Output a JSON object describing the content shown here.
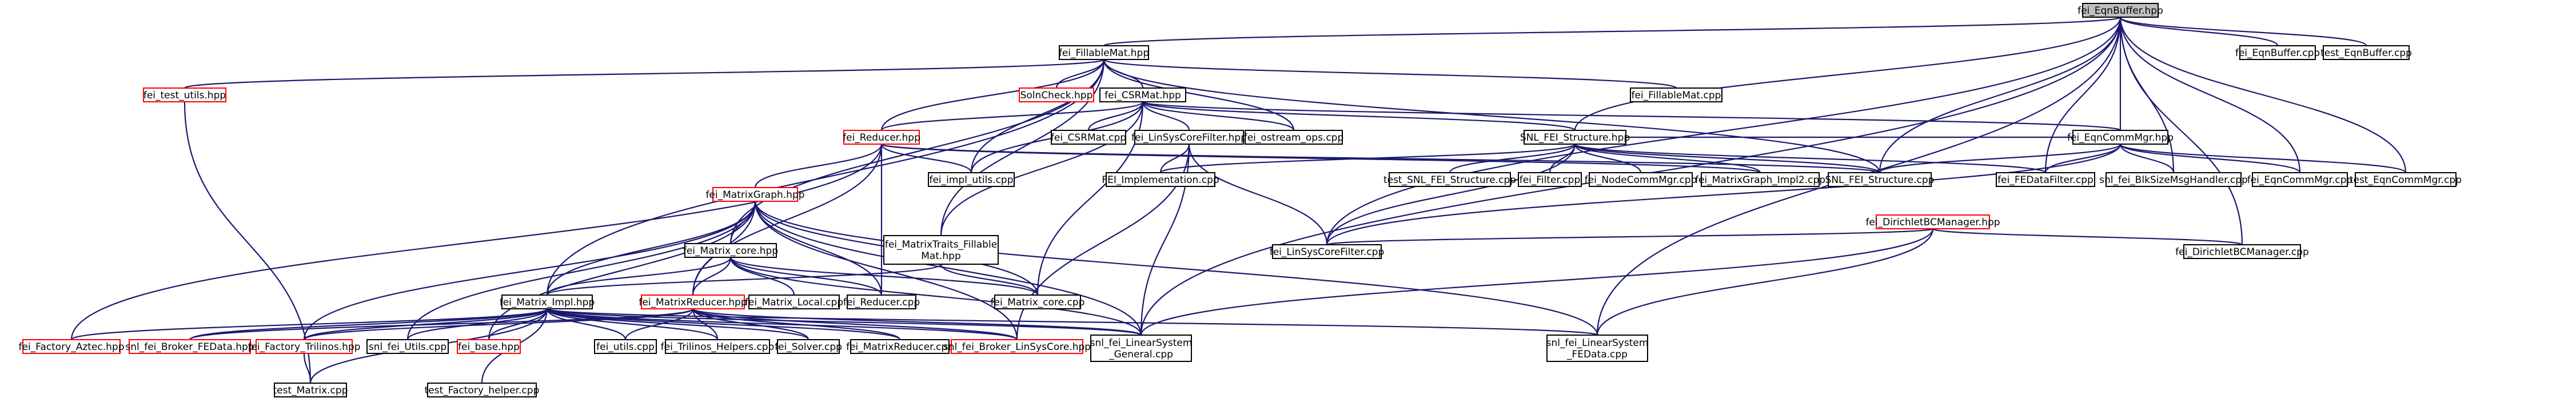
{
  "colors": {
    "edge": "#191970",
    "node_border": "#000000",
    "node_border_incomplete": "#ff0000",
    "focus_fill": "#bfbfbf",
    "background": "#ffffff"
  },
  "nodes": [
    {
      "id": "eqnbuffer_hpp",
      "label": "fei_EqnBuffer.hpp",
      "style": "focus"
    },
    {
      "id": "fillablemat_hpp",
      "label": "fei_FillableMat.hpp",
      "style": "normal"
    },
    {
      "id": "eqnbuffer_cpp",
      "label": "fei_EqnBuffer.cpp",
      "style": "normal"
    },
    {
      "id": "test_eqnbuffer_cpp",
      "label": "test_EqnBuffer.cpp",
      "style": "normal"
    },
    {
      "id": "test_utils_hpp",
      "label": "fei_test_utils.hpp",
      "style": "red"
    },
    {
      "id": "solnCheck_hpp",
      "label": "SolnCheck.hpp",
      "style": "red"
    },
    {
      "id": "csrmat_hpp",
      "label": "fei_CSRMat.hpp",
      "style": "normal"
    },
    {
      "id": "fillablemat_cpp",
      "label": "fei_FillableMat.cpp",
      "style": "normal"
    },
    {
      "id": "reducer_hpp",
      "label": "fei_Reducer.hpp",
      "style": "red"
    },
    {
      "id": "csrmat_cpp",
      "label": "fei_CSRMat.cpp",
      "style": "normal"
    },
    {
      "id": "linsyscorefilter_hpp",
      "label": "fei_LinSysCoreFilter.hpp",
      "style": "normal"
    },
    {
      "id": "ostream_ops_cpp",
      "label": "fei_ostream_ops.cpp",
      "style": "normal"
    },
    {
      "id": "snl_fei_structure_hpp",
      "label": "SNL_FEI_Structure.hpp",
      "style": "normal"
    },
    {
      "id": "eqncommmgr_hpp",
      "label": "fei_EqnCommMgr.hpp",
      "style": "normal"
    },
    {
      "id": "impl_utils_cpp",
      "label": "fei_impl_utils.cpp",
      "style": "normal"
    },
    {
      "id": "fei_implementation_cpp",
      "label": "FEI_Implementation.cpp",
      "style": "normal"
    },
    {
      "id": "test_snl_fei_structure_cpp",
      "label": "test_SNL_FEI_Structure.cpp",
      "style": "normal"
    },
    {
      "id": "filter_cpp",
      "label": "fei_Filter.cpp",
      "style": "normal"
    },
    {
      "id": "nodecommmgr_cpp",
      "label": "fei_NodeCommMgr.cpp",
      "style": "normal"
    },
    {
      "id": "matrixgraph_impl2_cpp",
      "label": "fei_MatrixGraph_Impl2.cpp",
      "style": "normal"
    },
    {
      "id": "snl_fei_structure_cpp",
      "label": "SNL_FEI_Structure.cpp",
      "style": "normal"
    },
    {
      "id": "fedatafilter_cpp",
      "label": "fei_FEDataFilter.cpp",
      "style": "normal"
    },
    {
      "id": "blksizemsghandler_cpp",
      "label": "snl_fei_BlkSizeMsgHandler.cpp",
      "style": "normal"
    },
    {
      "id": "eqncommmgr_cpp",
      "label": "fei_EqnCommMgr.cpp",
      "style": "normal"
    },
    {
      "id": "test_eqncommmgr_cpp",
      "label": "test_EqnCommMgr.cpp",
      "style": "normal"
    },
    {
      "id": "matrixgraph_hpp",
      "label": "fei_MatrixGraph.hpp",
      "style": "red"
    },
    {
      "id": "dirichletbcmanager_hpp",
      "label": "fei_DirichletBCManager.hpp",
      "style": "red"
    },
    {
      "id": "matrixtraits_fillablemat_hpp",
      "label": "fei_MatrixTraits_Fillable\nMat.hpp",
      "style": "normal"
    },
    {
      "id": "matrix_core_hpp",
      "label": "fei_Matrix_core.hpp",
      "style": "normal"
    },
    {
      "id": "linsyscorefilter_cpp",
      "label": "fei_LinSysCoreFilter.cpp",
      "style": "normal"
    },
    {
      "id": "dirichletbcmanager_cpp",
      "label": "fei_DirichletBCManager.cpp",
      "style": "normal"
    },
    {
      "id": "matrix_impl_hpp",
      "label": "fei_Matrix_Impl.hpp",
      "style": "normal"
    },
    {
      "id": "matrix_local_cpp",
      "label": "fei_Matrix_Local.cpp",
      "style": "normal"
    },
    {
      "id": "reducer_cpp",
      "label": "fei_Reducer.cpp",
      "style": "normal"
    },
    {
      "id": "matrix_core_cpp",
      "label": "fei_Matrix_core.cpp",
      "style": "normal"
    },
    {
      "id": "matrixreducer_hpp",
      "label": "fei_MatrixReducer.hpp",
      "style": "red"
    },
    {
      "id": "factory_aztec_hpp",
      "label": "fei_Factory_Aztec.hpp",
      "style": "red"
    },
    {
      "id": "broker_fedata_hpp",
      "label": "snl_fei_Broker_FEData.hpp",
      "style": "red"
    },
    {
      "id": "factory_trilinos_hpp",
      "label": "fei_Factory_Trilinos.hpp",
      "style": "red"
    },
    {
      "id": "fei_utils_cpp",
      "label": "snl_fei_Utils.cpp",
      "style": "normal"
    },
    {
      "id": "base_hpp",
      "label": "fei_base.hpp",
      "style": "red"
    },
    {
      "id": "utils_cpp",
      "label": "fei_utils.cpp",
      "style": "normal"
    },
    {
      "id": "trilinos_helpers_cpp",
      "label": "fei_Trilinos_Helpers.cpp",
      "style": "normal"
    },
    {
      "id": "solver_cpp",
      "label": "fei_Solver.cpp",
      "style": "normal"
    },
    {
      "id": "matrixreducer_cpp",
      "label": "fei_MatrixReducer.cpp",
      "style": "normal"
    },
    {
      "id": "broker_linsyscore_hpp",
      "label": "snl_fei_Broker_LinSysCore.hpp",
      "style": "red"
    },
    {
      "id": "linearsystem_general_cpp",
      "label": "snl_fei_LinearSystem\n_General.cpp",
      "style": "normal"
    },
    {
      "id": "linearsystem_fedata_cpp",
      "label": "snl_fei_LinearSystem\n_FEData.cpp",
      "style": "normal"
    },
    {
      "id": "test_matrix_cpp",
      "label": "test_Matrix.cpp",
      "style": "normal"
    },
    {
      "id": "test_factory_helper_cpp",
      "label": "test_Factory_helper.cpp",
      "style": "normal"
    }
  ],
  "edges": [
    [
      "eqnbuffer_hpp",
      "fillablemat_hpp"
    ],
    [
      "eqnbuffer_hpp",
      "eqnbuffer_cpp"
    ],
    [
      "eqnbuffer_hpp",
      "test_eqnbuffer_cpp"
    ],
    [
      "eqnbuffer_hpp",
      "eqncommmgr_hpp"
    ],
    [
      "eqnbuffer_hpp",
      "snl_fei_structure_hpp"
    ],
    [
      "eqnbuffer_hpp",
      "snl_fei_structure_cpp"
    ],
    [
      "eqnbuffer_hpp",
      "fedatafilter_cpp"
    ],
    [
      "eqnbuffer_hpp",
      "blksizemsghandler_cpp"
    ],
    [
      "eqnbuffer_hpp",
      "eqncommmgr_cpp"
    ],
    [
      "eqnbuffer_hpp",
      "test_eqncommmgr_cpp"
    ],
    [
      "eqnbuffer_hpp",
      "dirichletbcmanager_cpp"
    ],
    [
      "eqnbuffer_hpp",
      "linearsystem_general_cpp"
    ],
    [
      "eqnbuffer_hpp",
      "linearsystem_fedata_cpp"
    ],
    [
      "eqnbuffer_hpp",
      "linsyscorefilter_cpp"
    ],
    [
      "fillablemat_hpp",
      "test_utils_hpp"
    ],
    [
      "fillablemat_hpp",
      "solnCheck_hpp"
    ],
    [
      "fillablemat_hpp",
      "csrmat_hpp"
    ],
    [
      "fillablemat_hpp",
      "fillablemat_cpp"
    ],
    [
      "fillablemat_hpp",
      "reducer_hpp"
    ],
    [
      "fillablemat_hpp",
      "ostream_ops_cpp"
    ],
    [
      "fillablemat_hpp",
      "impl_utils_cpp"
    ],
    [
      "fillablemat_hpp",
      "matrix_impl_hpp"
    ],
    [
      "fillablemat_hpp",
      "matrix_core_hpp"
    ],
    [
      "fillablemat_hpp",
      "snl_fei_structure_cpp"
    ],
    [
      "fillablemat_hpp",
      "matrixtraits_fillablemat_hpp"
    ],
    [
      "test_utils_hpp",
      "test_matrix_cpp"
    ],
    [
      "csrmat_hpp",
      "reducer_hpp"
    ],
    [
      "csrmat_hpp",
      "csrmat_cpp"
    ],
    [
      "csrmat_hpp",
      "linsyscorefilter_hpp"
    ],
    [
      "csrmat_hpp",
      "ostream_ops_cpp"
    ],
    [
      "csrmat_hpp",
      "snl_fei_structure_hpp"
    ],
    [
      "csrmat_hpp",
      "eqncommmgr_hpp"
    ],
    [
      "csrmat_hpp",
      "impl_utils_cpp"
    ],
    [
      "csrmat_hpp",
      "matrixtraits_fillablemat_hpp"
    ],
    [
      "csrmat_hpp",
      "matrix_core_cpp"
    ],
    [
      "reducer_hpp",
      "matrixgraph_hpp"
    ],
    [
      "reducer_hpp",
      "impl_utils_cpp"
    ],
    [
      "reducer_hpp",
      "reducer_cpp"
    ],
    [
      "reducer_hpp",
      "matrixreducer_hpp"
    ],
    [
      "reducer_hpp",
      "factory_aztec_hpp"
    ],
    [
      "reducer_hpp",
      "matrixgraph_impl2_cpp"
    ],
    [
      "reducer_hpp",
      "snl_fei_structure_cpp"
    ],
    [
      "linsyscorefilter_hpp",
      "fei_implementation_cpp"
    ],
    [
      "linsyscorefilter_hpp",
      "linsyscorefilter_cpp"
    ],
    [
      "linsyscorefilter_hpp",
      "linearsystem_general_cpp"
    ],
    [
      "linsyscorefilter_hpp",
      "broker_linsyscore_hpp"
    ],
    [
      "snl_fei_structure_hpp",
      "fei_implementation_cpp"
    ],
    [
      "snl_fei_structure_hpp",
      "test_snl_fei_structure_cpp"
    ],
    [
      "snl_fei_structure_hpp",
      "filter_cpp"
    ],
    [
      "snl_fei_structure_hpp",
      "nodecommmgr_cpp"
    ],
    [
      "snl_fei_structure_hpp",
      "matrixgraph_impl2_cpp"
    ],
    [
      "snl_fei_structure_hpp",
      "snl_fei_structure_cpp"
    ],
    [
      "snl_fei_structure_hpp",
      "fedatafilter_cpp"
    ],
    [
      "snl_fei_structure_hpp",
      "linsyscorefilter_cpp"
    ],
    [
      "eqncommmgr_hpp",
      "snl_fei_structure_cpp"
    ],
    [
      "eqncommmgr_hpp",
      "fedatafilter_cpp"
    ],
    [
      "eqncommmgr_hpp",
      "blksizemsghandler_cpp"
    ],
    [
      "eqncommmgr_hpp",
      "eqncommmgr_cpp"
    ],
    [
      "eqncommmgr_hpp",
      "test_eqncommmgr_cpp"
    ],
    [
      "eqncommmgr_hpp",
      "linsyscorefilter_cpp"
    ],
    [
      "eqncommmgr_hpp",
      "snl_fei_structure_hpp"
    ],
    [
      "matrixgraph_hpp",
      "matrix_core_hpp"
    ],
    [
      "matrixgraph_hpp",
      "matrix_impl_hpp"
    ],
    [
      "matrixgraph_hpp",
      "matrixreducer_hpp"
    ],
    [
      "matrixgraph_hpp",
      "reducer_cpp"
    ],
    [
      "matrixgraph_hpp",
      "matrix_core_cpp"
    ],
    [
      "matrixgraph_hpp",
      "factory_trilinos_hpp"
    ],
    [
      "matrixgraph_hpp",
      "fei_utils_cpp"
    ],
    [
      "matrixgraph_hpp",
      "base_hpp"
    ],
    [
      "matrixgraph_hpp",
      "linearsystem_general_cpp"
    ],
    [
      "matrixgraph_hpp",
      "broker_linsyscore_hpp"
    ],
    [
      "matrixgraph_hpp",
      "linearsystem_fedata_cpp"
    ],
    [
      "dirichletbcmanager_hpp",
      "linsyscorefilter_cpp"
    ],
    [
      "dirichletbcmanager_hpp",
      "dirichletbcmanager_cpp"
    ],
    [
      "dirichletbcmanager_hpp",
      "linearsystem_general_cpp"
    ],
    [
      "dirichletbcmanager_hpp",
      "linearsystem_fedata_cpp"
    ],
    [
      "matrixtraits_fillablemat_hpp",
      "matrix_impl_hpp"
    ],
    [
      "matrixtraits_fillablemat_hpp",
      "matrix_core_cpp"
    ],
    [
      "matrix_core_hpp",
      "matrix_impl_hpp"
    ],
    [
      "matrix_core_hpp",
      "matrix_local_cpp"
    ],
    [
      "matrix_core_hpp",
      "reducer_cpp"
    ],
    [
      "matrix_core_hpp",
      "matrix_core_cpp"
    ],
    [
      "matrix_core_hpp",
      "matrixreducer_hpp"
    ],
    [
      "matrix_core_hpp",
      "linearsystem_general_cpp"
    ],
    [
      "matrix_impl_hpp",
      "factory_aztec_hpp"
    ],
    [
      "matrix_impl_hpp",
      "broker_fedata_hpp"
    ],
    [
      "matrix_impl_hpp",
      "factory_trilinos_hpp"
    ],
    [
      "matrix_impl_hpp",
      "fei_utils_cpp"
    ],
    [
      "matrix_impl_hpp",
      "base_hpp"
    ],
    [
      "matrix_impl_hpp",
      "utils_cpp"
    ],
    [
      "matrix_impl_hpp",
      "trilinos_helpers_cpp"
    ],
    [
      "matrix_impl_hpp",
      "solver_cpp"
    ],
    [
      "matrix_impl_hpp",
      "matrixreducer_cpp"
    ],
    [
      "matrix_impl_hpp",
      "broker_linsyscore_hpp"
    ],
    [
      "matrix_impl_hpp",
      "linearsystem_general_cpp"
    ],
    [
      "matrix_impl_hpp",
      "linearsystem_fedata_cpp"
    ],
    [
      "matrix_impl_hpp",
      "test_matrix_cpp"
    ],
    [
      "matrix_impl_hpp",
      "test_factory_helper_cpp"
    ],
    [
      "matrixreducer_hpp",
      "broker_fedata_hpp"
    ],
    [
      "matrixreducer_hpp",
      "factory_trilinos_hpp"
    ],
    [
      "matrixreducer_hpp",
      "utils_cpp"
    ],
    [
      "matrixreducer_hpp",
      "trilinos_helpers_cpp"
    ],
    [
      "matrixreducer_hpp",
      "solver_cpp"
    ],
    [
      "matrixreducer_hpp",
      "matrixreducer_cpp"
    ],
    [
      "matrixreducer_hpp",
      "broker_linsyscore_hpp"
    ],
    [
      "matrixreducer_hpp",
      "linearsystem_general_cpp"
    ],
    [
      "factory_trilinos_hpp",
      "test_matrix_cpp"
    ]
  ]
}
